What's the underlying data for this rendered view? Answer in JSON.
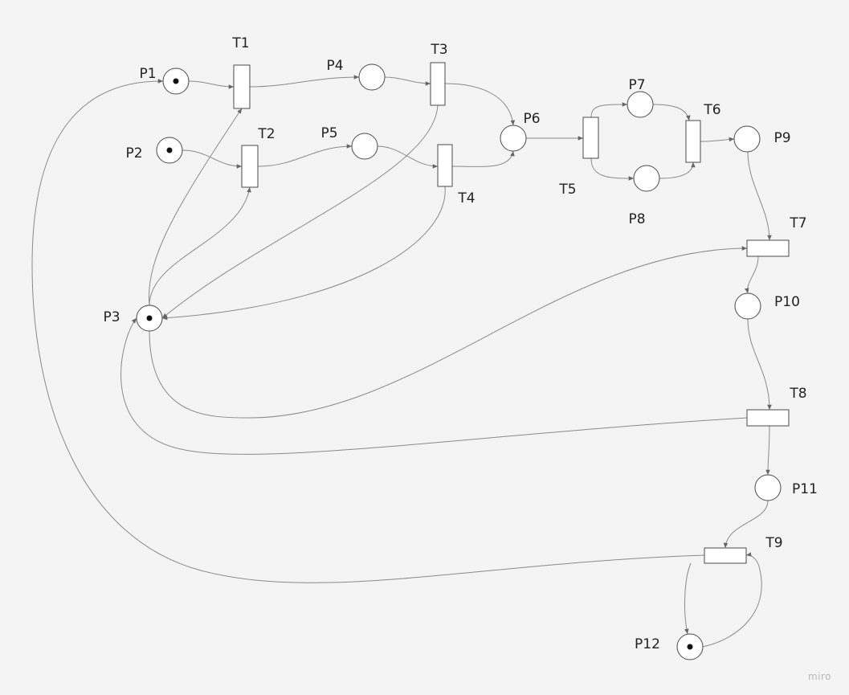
{
  "diagram": {
    "places": [
      {
        "id": "P1",
        "label": "P1",
        "tokens": 1
      },
      {
        "id": "P2",
        "label": "P2",
        "tokens": 1
      },
      {
        "id": "P3",
        "label": "P3",
        "tokens": 1
      },
      {
        "id": "P4",
        "label": "P4",
        "tokens": 0
      },
      {
        "id": "P5",
        "label": "P5",
        "tokens": 0
      },
      {
        "id": "P6",
        "label": "P6",
        "tokens": 0
      },
      {
        "id": "P7",
        "label": "P7",
        "tokens": 0
      },
      {
        "id": "P8",
        "label": "P8",
        "tokens": 0
      },
      {
        "id": "P9",
        "label": "P9",
        "tokens": 0
      },
      {
        "id": "P10",
        "label": "P10",
        "tokens": 0
      },
      {
        "id": "P11",
        "label": "P11",
        "tokens": 0
      },
      {
        "id": "P12",
        "label": "P12",
        "tokens": 1
      }
    ],
    "transitions": [
      {
        "id": "T1",
        "label": "T1"
      },
      {
        "id": "T2",
        "label": "T2"
      },
      {
        "id": "T3",
        "label": "T3"
      },
      {
        "id": "T4",
        "label": "T4"
      },
      {
        "id": "T5",
        "label": "T5"
      },
      {
        "id": "T6",
        "label": "T6"
      },
      {
        "id": "T7",
        "label": "T7"
      },
      {
        "id": "T8",
        "label": "T8"
      },
      {
        "id": "T9",
        "label": "T9"
      }
    ],
    "arcs": [
      {
        "from": "P1",
        "to": "T1"
      },
      {
        "from": "T1",
        "to": "P4"
      },
      {
        "from": "P4",
        "to": "T3"
      },
      {
        "from": "T3",
        "to": "P6"
      },
      {
        "from": "P2",
        "to": "T2"
      },
      {
        "from": "T2",
        "to": "P5"
      },
      {
        "from": "P5",
        "to": "T4"
      },
      {
        "from": "T4",
        "to": "P6"
      },
      {
        "from": "P3",
        "to": "T1"
      },
      {
        "from": "P3",
        "to": "T2"
      },
      {
        "from": "T3",
        "to": "P3"
      },
      {
        "from": "T4",
        "to": "P3"
      },
      {
        "from": "P6",
        "to": "T5"
      },
      {
        "from": "T5",
        "to": "P7"
      },
      {
        "from": "T5",
        "to": "P8"
      },
      {
        "from": "P7",
        "to": "T6"
      },
      {
        "from": "P8",
        "to": "T6"
      },
      {
        "from": "T6",
        "to": "P9"
      },
      {
        "from": "P9",
        "to": "T7"
      },
      {
        "from": "P3",
        "to": "T7"
      },
      {
        "from": "T7",
        "to": "P10"
      },
      {
        "from": "P10",
        "to": "T8"
      },
      {
        "from": "T8",
        "to": "P3"
      },
      {
        "from": "T8",
        "to": "P11"
      },
      {
        "from": "P11",
        "to": "T9"
      },
      {
        "from": "T9",
        "to": "P1"
      },
      {
        "from": "T9",
        "to": "P12"
      },
      {
        "from": "P12",
        "to": "T9"
      }
    ],
    "colors": {
      "stroke": "#4a4a4a",
      "arc": "#8a8a8a",
      "token": "#111111",
      "background": "#f4f4f4"
    }
  },
  "watermark": "miro"
}
